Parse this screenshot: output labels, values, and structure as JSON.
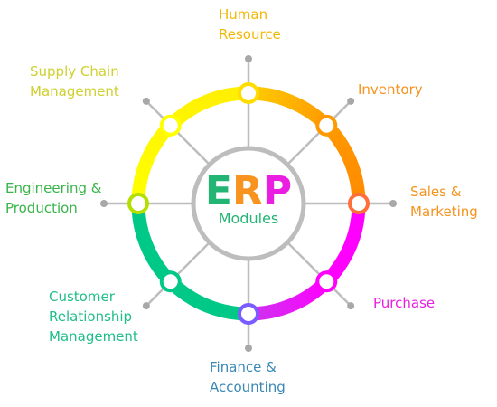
{
  "center": {
    "title_letters": [
      "E",
      "R",
      "P"
    ],
    "title_colors": [
      "#22b573",
      "#f7931e",
      "#e91ee0"
    ],
    "subtitle": "Modules",
    "subtitle_color": "#22b573"
  },
  "modules": [
    {
      "lines": [
        "Human",
        "Resource"
      ],
      "color": "#f2b705"
    },
    {
      "lines": [
        "Inventory"
      ],
      "color": "#f7931e"
    },
    {
      "lines": [
        "Sales &",
        "Marketing"
      ],
      "color": "#f7931e"
    },
    {
      "lines": [
        "Purchase"
      ],
      "color": "#e91ee0"
    },
    {
      "lines": [
        "Finance &",
        "Accounting"
      ],
      "color": "#3a87b4"
    },
    {
      "lines": [
        "Customer",
        "Relationship",
        "Management"
      ],
      "color": "#1fbe8a"
    },
    {
      "lines": [
        "Engineering &",
        "Production"
      ],
      "color": "#39b54a"
    },
    {
      "lines": [
        "Supply Chain",
        "Management"
      ],
      "color": "#cfd02e"
    }
  ],
  "ring_colors": [
    "#ffff00",
    "#ff9900",
    "#ff00ff",
    "#00c887",
    "#00c887",
    "#ffff00"
  ],
  "spoke_color": "#bdbdbd"
}
